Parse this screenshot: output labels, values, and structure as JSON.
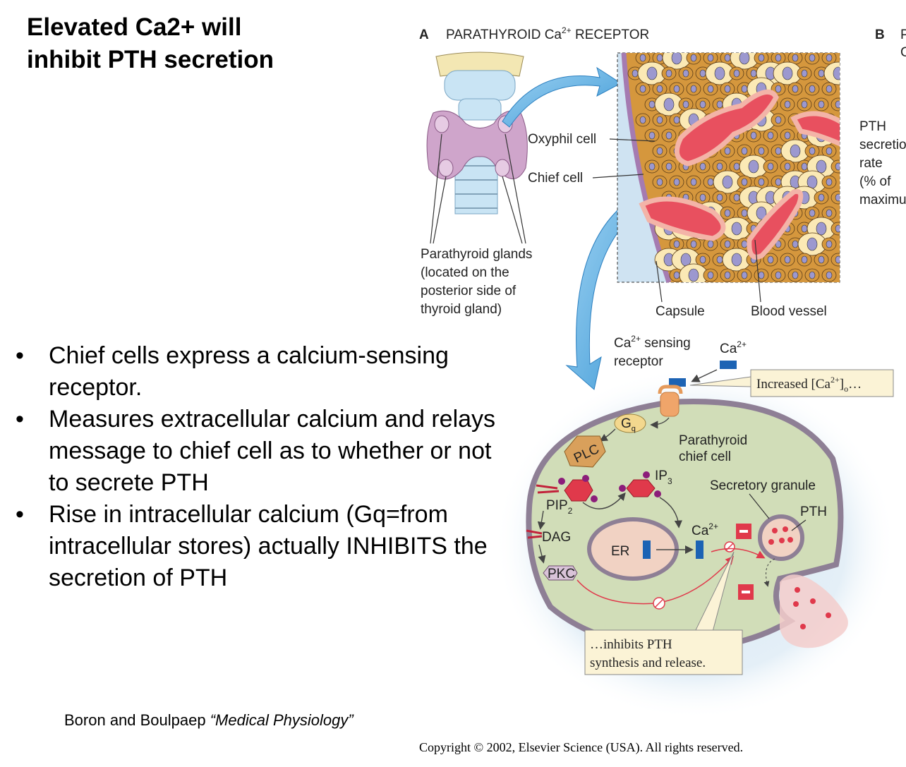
{
  "title": {
    "line1": "Elevated Ca2+ will",
    "line2": "inhibit PTH secretion"
  },
  "bullets": [
    "Chief cells express a calcium-sensing receptor.",
    "Measures extracellular calcium and relays message to chief cell as to whether or not to secrete PTH",
    "Rise in intracellular calcium (Gq=from intracellular stores) actually INHIBITS the secretion of PTH"
  ],
  "bullet_symbol": "•",
  "citation": {
    "authors": "Boron and Boulpaep ",
    "book": "“Medical Physiology”"
  },
  "copyright": "Copyright © 2002, Elsevier Science (USA).  All rights reserved.",
  "figure": {
    "panel_a_letter": "A",
    "panel_a_title": "PARATHYROID Ca",
    "panel_a_title_sup": "2+",
    "panel_a_title_rest": " RECEPTOR",
    "panel_b_letter": "B",
    "panel_b_cut1": "P",
    "panel_b_cut2": "C",
    "pth_axis_lines": [
      "PTH",
      "secretio",
      "rate",
      "(% of",
      "maximu"
    ],
    "oxyphil": "Oxyphil cell",
    "chief": "Chief cell",
    "glands_lines": [
      "Parathyroid glands",
      "(located on the",
      "posterior side of",
      "thyroid gland)"
    ],
    "capsule": "Capsule",
    "vessel": "Blood vessel",
    "sensing_base": "Ca",
    "sensing_sup": "2+",
    "sensing_rest": " sensing",
    "receptor_word": "receptor",
    "ca_top": "Ca",
    "ca_top_sup": "2+",
    "increased_main": "Increased [Ca",
    "increased_sup": "2+",
    "increased_close": "]",
    "increased_sub": "o",
    "increased_dots": "…",
    "gq_main": "G",
    "gq_sub": "q",
    "plc": "PLC",
    "chief_cell_lines": [
      "Parathyroid",
      "chief cell"
    ],
    "ip3_main": "IP",
    "ip3_sub": "3",
    "secretory": "Secretory granule",
    "pip2_main": "PIP",
    "pip2_sub": "2",
    "pth": "PTH",
    "dag": "DAG",
    "er": "ER",
    "ca_int": "Ca",
    "ca_int_sup": "2+",
    "pkc": "PKC",
    "inhibits_lines": [
      "…inhibits PTH",
      "synthesis and release."
    ]
  }
}
